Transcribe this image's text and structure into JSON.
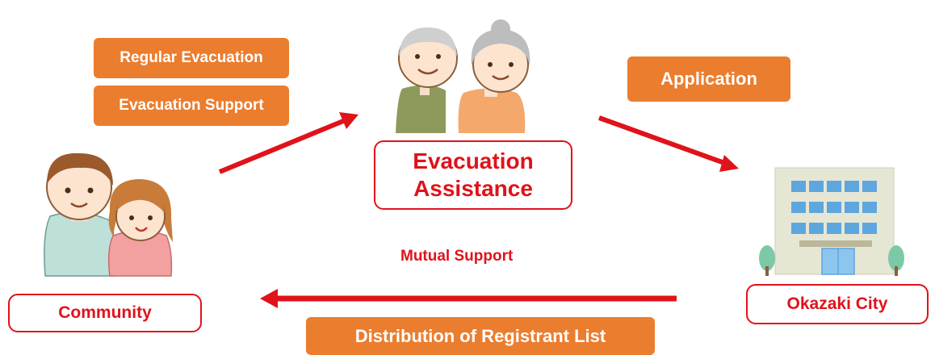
{
  "colors": {
    "accent_red": "#E0121A",
    "tag_orange": "#EB7D2E"
  },
  "tags": {
    "regular_evacuation": "Regular Evacuation",
    "evacuation_support": "Evacuation Support",
    "application": "Application",
    "distribution": "Distribution of Registrant List"
  },
  "nodes": {
    "evacuation_assistance_line1": "Evacuation",
    "evacuation_assistance_line2": "Assistance",
    "community": "Community",
    "okazaki_city": "Okazaki City"
  },
  "center_label": "Mutual Support",
  "icons": [
    "elderly-couple-icon",
    "young-couple-icon",
    "city-hall-building-icon"
  ]
}
